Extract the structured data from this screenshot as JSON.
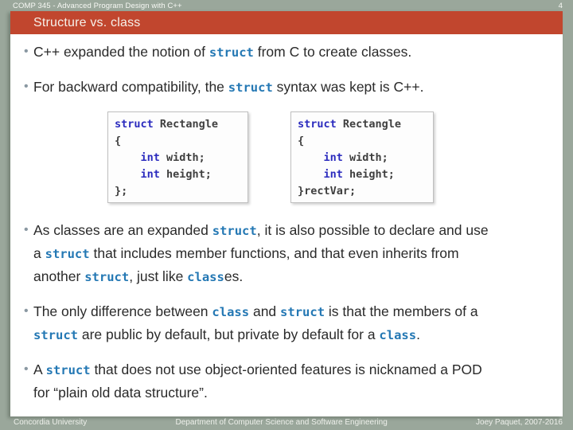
{
  "header": {
    "course": "COMP 345 - Advanced Program Design with C++",
    "page_number": "4",
    "slide_title": "Structure vs. class"
  },
  "colors": {
    "background": "#9AA79B",
    "title_bar": "#C1462E",
    "inline_code_blue": "#2478B4",
    "code_keyword_blue": "#2B2BBE"
  },
  "bullets": [
    {
      "segments": [
        {
          "text": "C++ expanded the notion of ",
          "code": false
        },
        {
          "text": "struct",
          "code": true
        },
        {
          "text": " from C to create classes.",
          "code": false
        }
      ]
    },
    {
      "segments": [
        {
          "text": "For backward compatibility, the ",
          "code": false
        },
        {
          "text": "struct",
          "code": true
        },
        {
          "text": " syntax was kept is C++.",
          "code": false
        }
      ]
    },
    {
      "segments": [
        {
          "text": "As classes are an expanded ",
          "code": false
        },
        {
          "text": "struct",
          "code": true
        },
        {
          "text": ", it is also possible to declare and use a ",
          "code": false
        },
        {
          "text": "struct",
          "code": true
        },
        {
          "text": " that includes member functions, and that even inherits from another ",
          "code": false
        },
        {
          "text": "struct",
          "code": true
        },
        {
          "text": ", just like ",
          "code": false
        },
        {
          "text": "class",
          "code": true
        },
        {
          "text": "es.",
          "code": false
        }
      ]
    },
    {
      "segments": [
        {
          "text": "The only difference between ",
          "code": false
        },
        {
          "text": "class",
          "code": true
        },
        {
          "text": " and ",
          "code": false
        },
        {
          "text": "struct",
          "code": true
        },
        {
          "text": " is that the members of a ",
          "code": false
        },
        {
          "text": "struct",
          "code": true
        },
        {
          "text": " are public by default, but private by default for a ",
          "code": false
        },
        {
          "text": "class",
          "code": true
        },
        {
          "text": ".",
          "code": false
        }
      ]
    },
    {
      "segments": [
        {
          "text": "A ",
          "code": false
        },
        {
          "text": "struct",
          "code": true
        },
        {
          "text": " that does not use object-oriented features is nicknamed a POD for “plain old data structure”.",
          "code": false
        }
      ]
    }
  ],
  "code_boxes": [
    {
      "lines": [
        [
          {
            "text": "struct",
            "kw": true
          },
          {
            "text": " Rectangle",
            "kw": false
          }
        ],
        [
          {
            "text": "{",
            "kw": false
          }
        ],
        [
          {
            "text": "    ",
            "kw": false
          },
          {
            "text": "int",
            "kw": true
          },
          {
            "text": " width;",
            "kw": false
          }
        ],
        [
          {
            "text": "    ",
            "kw": false
          },
          {
            "text": "int",
            "kw": true
          },
          {
            "text": " height;",
            "kw": false
          }
        ],
        [
          {
            "text": "};",
            "kw": false
          }
        ]
      ]
    },
    {
      "lines": [
        [
          {
            "text": "struct",
            "kw": true
          },
          {
            "text": " Rectangle",
            "kw": false
          }
        ],
        [
          {
            "text": "{",
            "kw": false
          }
        ],
        [
          {
            "text": "    ",
            "kw": false
          },
          {
            "text": "int",
            "kw": true
          },
          {
            "text": " width;",
            "kw": false
          }
        ],
        [
          {
            "text": "    ",
            "kw": false
          },
          {
            "text": "int",
            "kw": true
          },
          {
            "text": " height;",
            "kw": false
          }
        ],
        [
          {
            "text": "}rectVar;",
            "kw": false
          }
        ]
      ]
    }
  ],
  "footer": {
    "left": "Concordia University",
    "center": "Department of Computer Science and Software Engineering",
    "right": "Joey Paquet, 2007-2016"
  }
}
